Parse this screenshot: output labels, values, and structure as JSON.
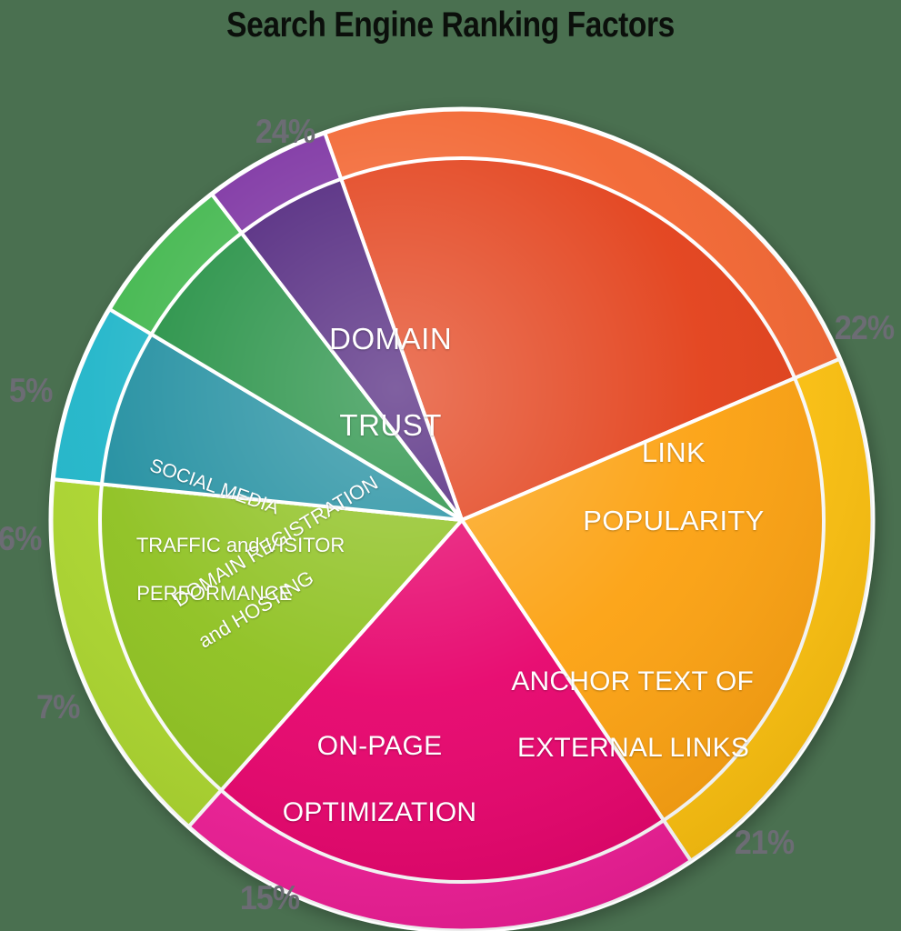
{
  "title": "Search Engine Ranking Factors",
  "background_color": "#4a7050",
  "label_color": "#6c6c74",
  "slice_text_color": "#ffffff",
  "chart_data": {
    "type": "pie",
    "title": "Search Engine Ranking Factors",
    "xlabel": "",
    "ylabel": "",
    "units": "percent",
    "total": 100,
    "legend_position": "none",
    "grid": false,
    "categories": [
      "DOMAIN TRUST",
      "LINK POPULARITY",
      "ANCHOR TEXT OF EXTERNAL LINKS",
      "ON-PAGE OPTIMIZATION",
      "DOMAIN REGISTRATION and HOSTING",
      "TRAFFIC and VISITOR PERFORMANCE",
      "SOCIAL MEDIA"
    ],
    "values": [
      24,
      22,
      21,
      15,
      7,
      6,
      5
    ],
    "labels": [
      "24%",
      "22%",
      "21%",
      "15%",
      "7%",
      "6%",
      "5%"
    ],
    "colors": [
      "#e8441a",
      "#fdb913",
      "#ec008c",
      "#9acd32",
      "#1aa3bd",
      "#2fa84f",
      "#6b2c91"
    ],
    "slices": [
      {
        "name": "DOMAIN TRUST",
        "line1": "DOMAIN",
        "line2": "TRUST",
        "value": 24,
        "percent_label": "24%",
        "ring_color": "#f2642e",
        "inner_color": "#e23c14",
        "edge_color": "#ee5a22"
      },
      {
        "name": "LINK POPULARITY",
        "line1": "LINK",
        "line2": "POPULARITY",
        "value": 22,
        "percent_label": "22%",
        "ring_color": "#ffc20e",
        "inner_color": "#fca00a",
        "edge_color": "#ffb405"
      },
      {
        "name": "ANCHOR TEXT OF EXTERNAL LINKS",
        "line1": "ANCHOR TEXT OF",
        "line2": "EXTERNAL LINKS",
        "value": 21,
        "percent_label": "21%",
        "ring_color": "#f01e96",
        "inner_color": "#e6006a",
        "edge_color": "#ec0f84"
      },
      {
        "name": "ON-PAGE OPTIMIZATION",
        "line1": "ON-PAGE",
        "line2": "OPTIMIZATION",
        "value": 15,
        "percent_label": "15%",
        "ring_color": "#a9d42c",
        "inner_color": "#8cc01e",
        "edge_color": "#9ccb26"
      },
      {
        "name": "DOMAIN REGISTRATION and HOSTING",
        "line1": "DOMAIN REGISTRATION",
        "line2": "and HOSTING",
        "value": 7,
        "percent_label": "7%",
        "ring_color": "#1eb4c8",
        "inner_color": "#1a8c9e",
        "edge_color": "#1ba2b6"
      },
      {
        "name": "TRAFFIC and VISITOR PERFORMANCE",
        "line1": "TRAFFIC and VISITOR",
        "line2": "PERFORMANCE",
        "value": 6,
        "percent_label": "6%",
        "ring_color": "#3cb54a",
        "inner_color": "#1e8c3c",
        "edge_color": "#2ba043"
      },
      {
        "name": "SOCIAL MEDIA",
        "line1": "SOCIAL MEDIA",
        "line2": "",
        "value": 5,
        "percent_label": "5%",
        "ring_color": "#7a2fa0",
        "inner_color": "#4a1e78",
        "edge_color": "#63268c"
      }
    ]
  }
}
